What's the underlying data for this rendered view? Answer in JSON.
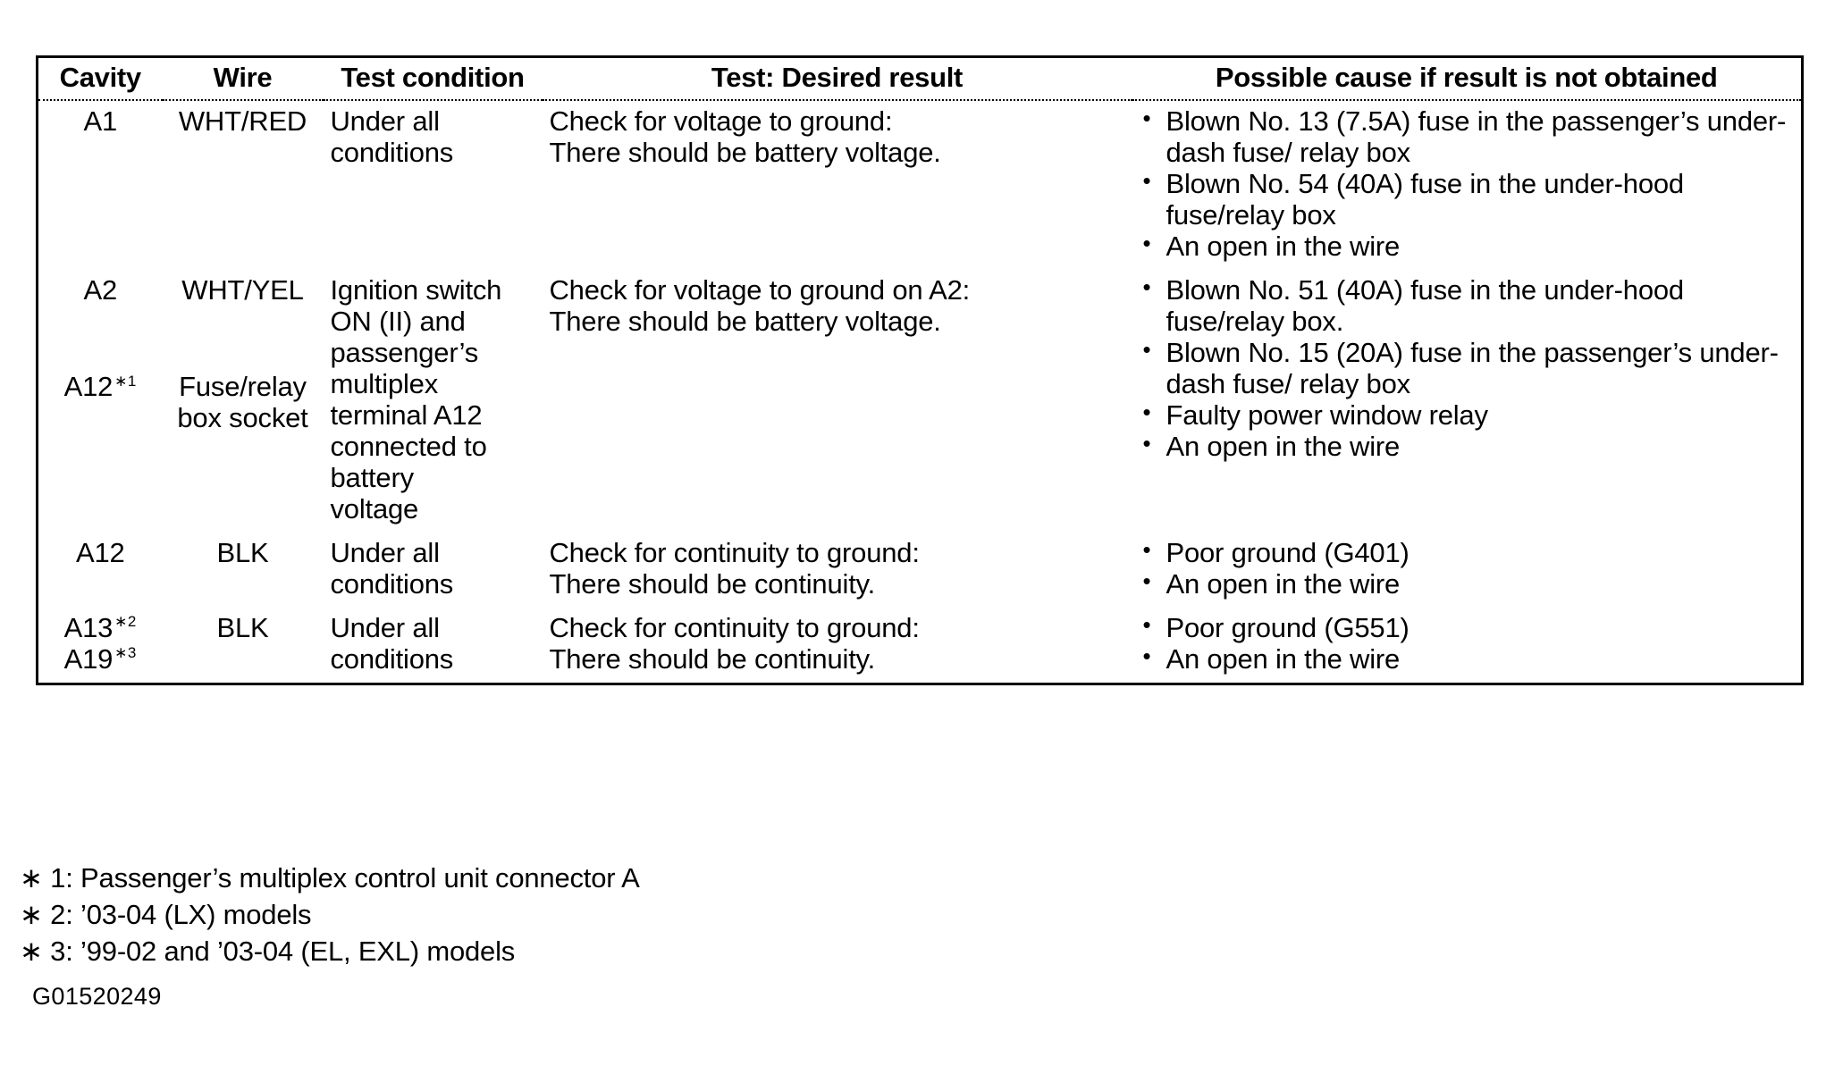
{
  "document": {
    "figure_code": "G01520249"
  },
  "table": {
    "headers": [
      "Cavity",
      "Wire",
      "Test condition",
      "Test: Desired result",
      "Possible cause if result is not obtained"
    ],
    "rows": [
      {
        "cavity": "A1",
        "cavity_footnote": "",
        "cavity_line2": "",
        "cavity_line2_footnote": "",
        "wire": "WHT/RED",
        "condition_lines": [
          "Under all",
          "conditions"
        ],
        "result_lines": [
          "Check for voltage to ground:",
          "There should be battery voltage."
        ],
        "causes": [
          "Blown No. 13 (7.5A) fuse in the passenger’s under-dash fuse/ relay box",
          "Blown No. 54 (40A) fuse in the under-hood fuse/relay box",
          "An open in the wire"
        ]
      },
      {
        "cavity": "A2",
        "cavity_footnote": "",
        "cavity_line2": "",
        "cavity_line2_footnote": "",
        "wire": "WHT/YEL",
        "condition_lines": [
          "Ignition switch",
          "ON (II) and",
          "passenger’s",
          "multiplex",
          "terminal A12",
          "connected to",
          "battery",
          "voltage"
        ],
        "result_lines": [
          "Check for voltage to ground on A2:",
          "There should be battery voltage."
        ],
        "causes": [
          "Blown No. 51 (40A) fuse in the under-hood fuse/relay box.",
          "Blown No. 15 (20A) fuse in the passenger’s under-dash fuse/ relay box",
          "Faulty power window relay",
          "An open in the wire"
        ]
      },
      {
        "cavity": "A12",
        "cavity_footnote": "∗1",
        "cavity_line2": "",
        "cavity_line2_footnote": "",
        "wire_lines": [
          "Fuse/relay",
          "box socket"
        ],
        "wire": "Fuse/relay box socket",
        "condition_lines": [],
        "result_lines": [],
        "causes": []
      },
      {
        "cavity": "A12",
        "cavity_footnote": "",
        "cavity_line2": "",
        "cavity_line2_footnote": "",
        "wire": "BLK",
        "condition_lines": [
          "Under all",
          "conditions"
        ],
        "result_lines": [
          "Check for continuity to ground:",
          "There should be continuity."
        ],
        "causes": [
          "Poor ground (G401)",
          "An open in the wire"
        ]
      },
      {
        "cavity": "A13",
        "cavity_footnote": "∗2",
        "cavity_line2": "A19",
        "cavity_line2_footnote": "∗3",
        "wire": "BLK",
        "condition_lines": [
          "Under all",
          "conditions"
        ],
        "result_lines": [
          "Check for continuity to ground:",
          "There should be continuity."
        ],
        "causes": [
          "Poor ground (G551)",
          "An open in the wire"
        ]
      }
    ]
  },
  "footnotes": [
    "∗ 1: Passenger’s multiplex control unit connector A",
    "∗ 2: ’03-04 (LX) models",
    "∗ 3: ’99-02 and ’03-04 (EL, EXL) models"
  ]
}
